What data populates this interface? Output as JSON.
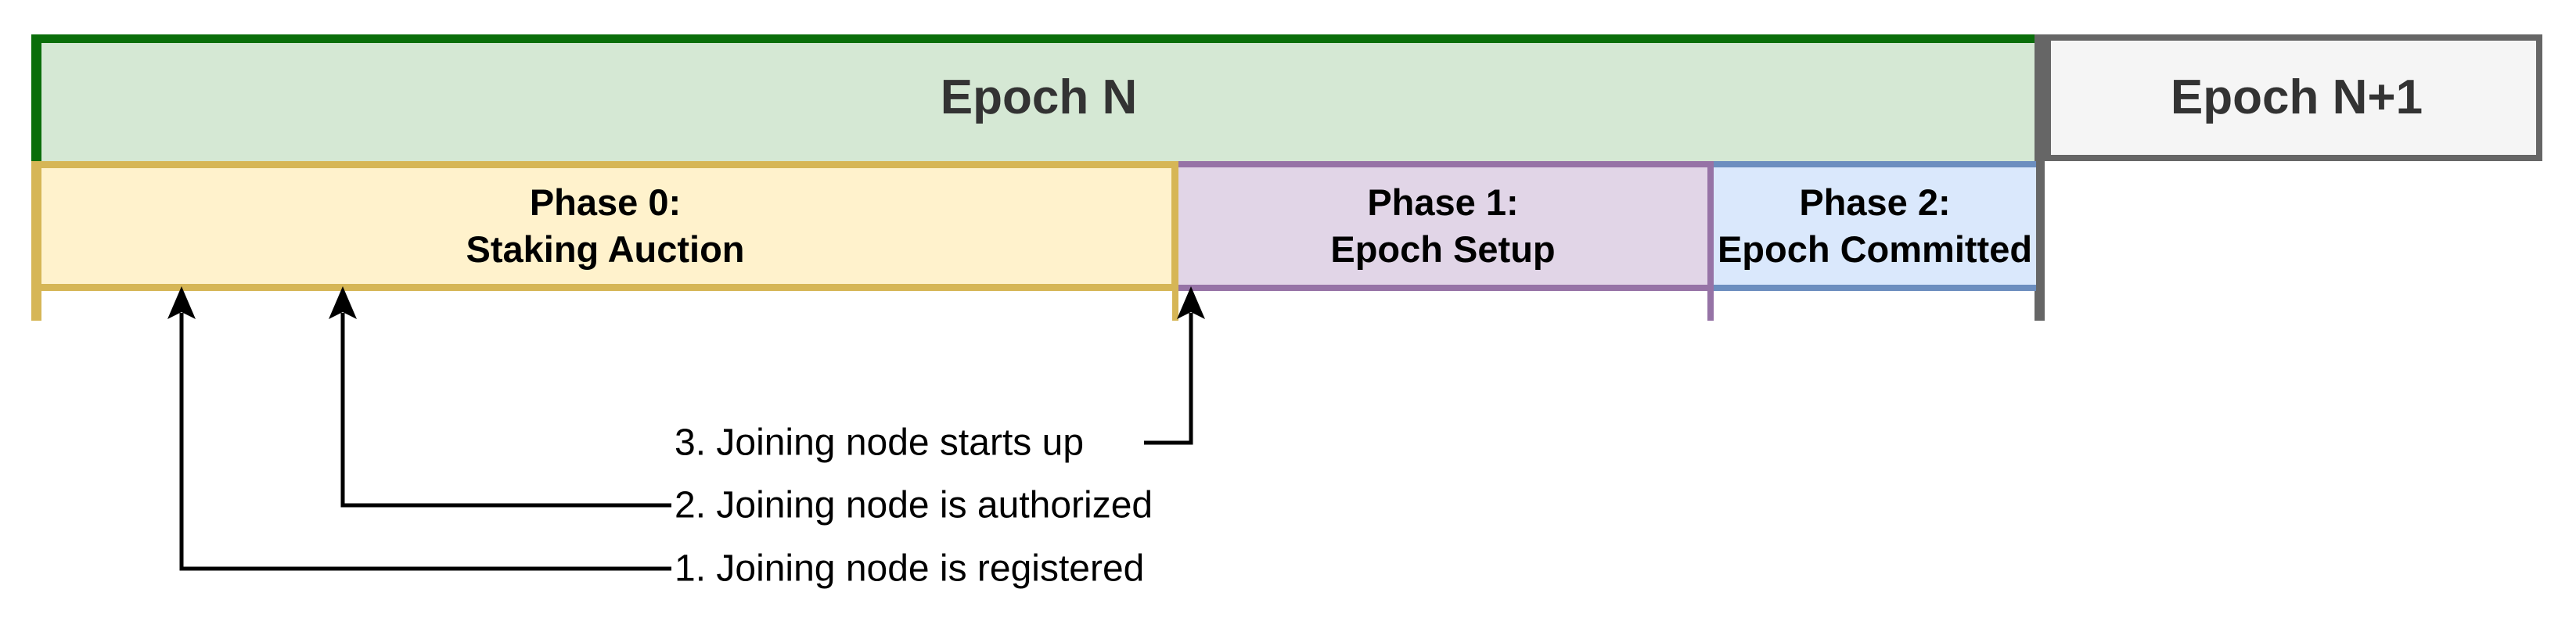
{
  "epochs": [
    {
      "label": "Epoch N"
    },
    {
      "label": "Epoch N+1"
    }
  ],
  "phases": [
    {
      "line1": "Phase 0:",
      "line2": "Staking Auction"
    },
    {
      "line1": "Phase 1:",
      "line2": "Epoch Setup"
    },
    {
      "line1": "Phase 2:",
      "line2": "Epoch Committed"
    }
  ],
  "events": [
    {
      "label": "1. Joining node is registered"
    },
    {
      "label": "2. Joining node is authorized"
    },
    {
      "label": "3. Joining node starts up"
    }
  ],
  "colors": {
    "epoch_n_fill": "#d5e8d4",
    "epoch_n_border": "#0a6e0a",
    "epoch_next_fill": "#f5f5f5",
    "epoch_next_border": "#666666",
    "phase0_fill": "#fff2cc",
    "phase0_border": "#d6b656",
    "phase1_fill": "#e1d5e7",
    "phase1_border": "#9673a6",
    "phase2_fill": "#dae8fc",
    "phase2_border": "#6c8ebf",
    "divider": "#666666",
    "connector": "#000000",
    "epoch_text": "#333333",
    "phase_text": "#000000"
  }
}
